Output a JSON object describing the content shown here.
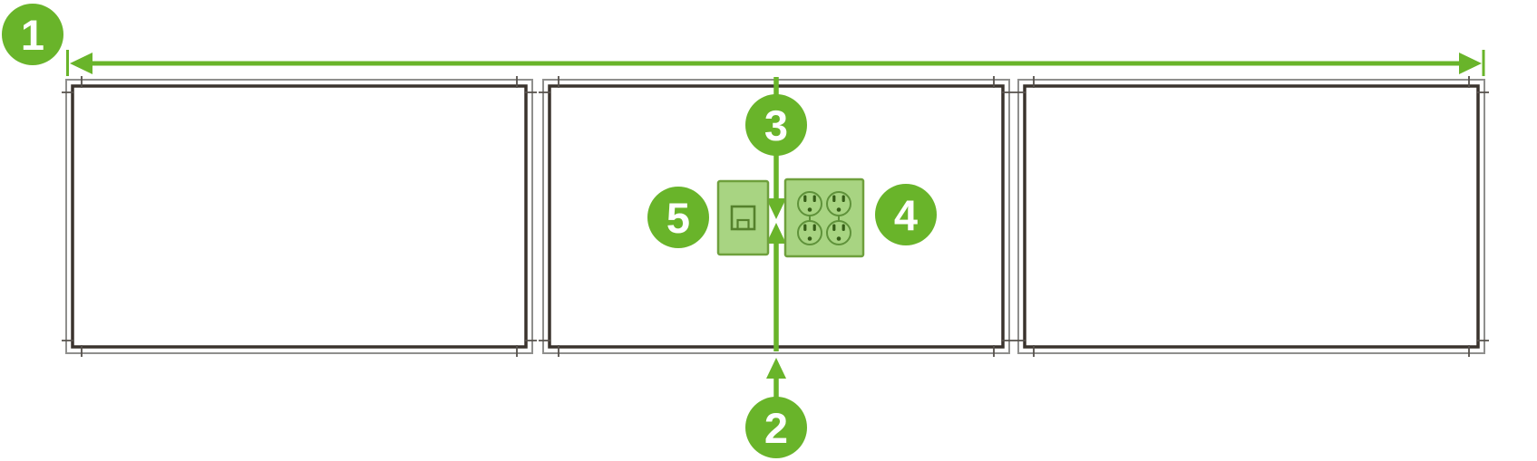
{
  "colors": {
    "accent_green": "#69b42a",
    "box_fill": "#a8d482",
    "box_border": "#6ea03c",
    "receptacle_green": "#5f923a",
    "glyph_dark_green": "#355c17",
    "plate_green": "#55812c",
    "bezel_dark": "#3a332d",
    "frame_gray": "#8f8f8d",
    "tick_gray": "#55504b",
    "callout_text": "#ffffff",
    "background": "#ffffff"
  },
  "callouts": [
    {
      "number": "1"
    },
    {
      "number": "2"
    },
    {
      "number": "3"
    },
    {
      "number": "4"
    },
    {
      "number": "5"
    }
  ],
  "diagram": {
    "display_count": 3,
    "icons": [
      "width-dimension-arrow-icon",
      "vertical-centerline-arrows-icon",
      "bottom-edge-arrow-icon",
      "quad-outlet-icon",
      "low-voltage-plate-icon"
    ]
  }
}
